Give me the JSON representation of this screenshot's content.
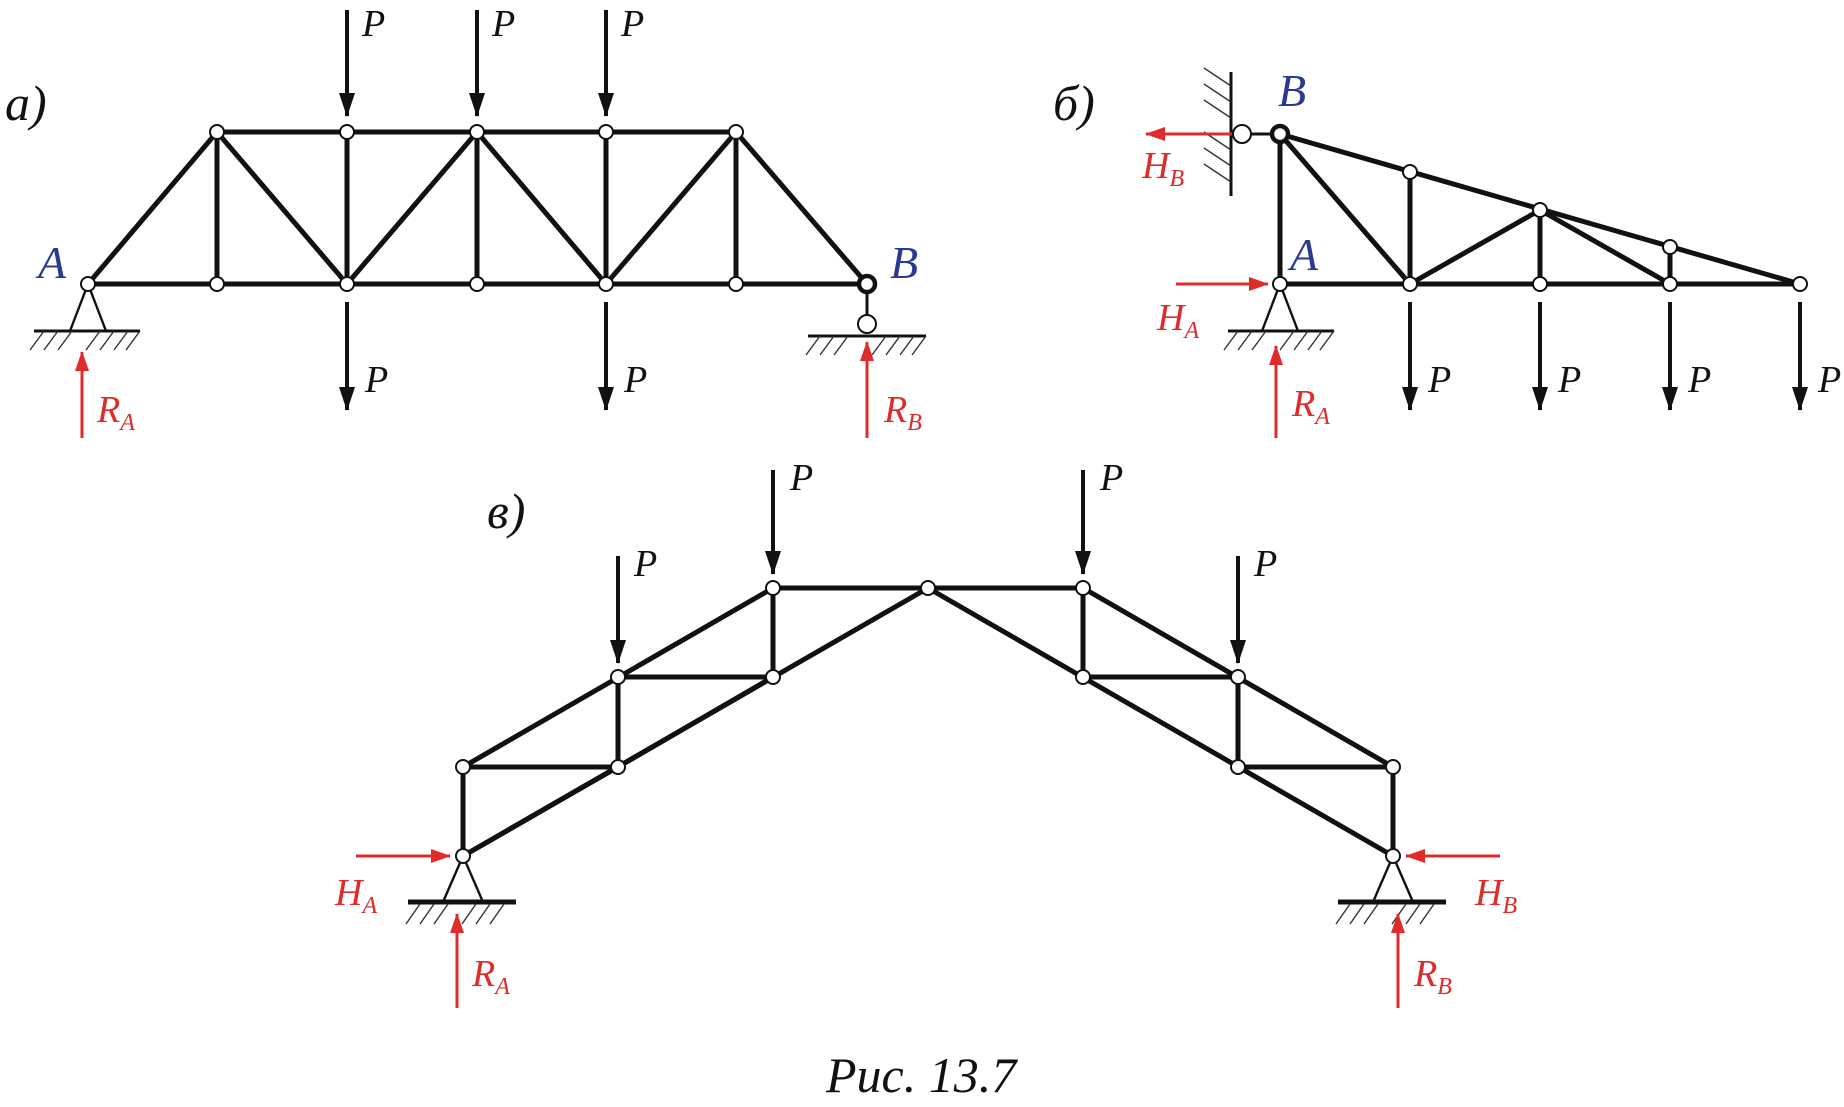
{
  "panels": {
    "a": {
      "label": "а)"
    },
    "b": {
      "label": "б)"
    },
    "v": {
      "label": "в)"
    }
  },
  "labels": {
    "load": "P",
    "point_a": "A",
    "point_b": "B",
    "reaction_r": "R",
    "reaction_h": "H",
    "sub_a": "A",
    "sub_b": "B"
  },
  "caption": "Рис. 13.7",
  "colors": {
    "members": "#111111",
    "reactions": "#e02b2b",
    "points": "#2b3a8f"
  }
}
